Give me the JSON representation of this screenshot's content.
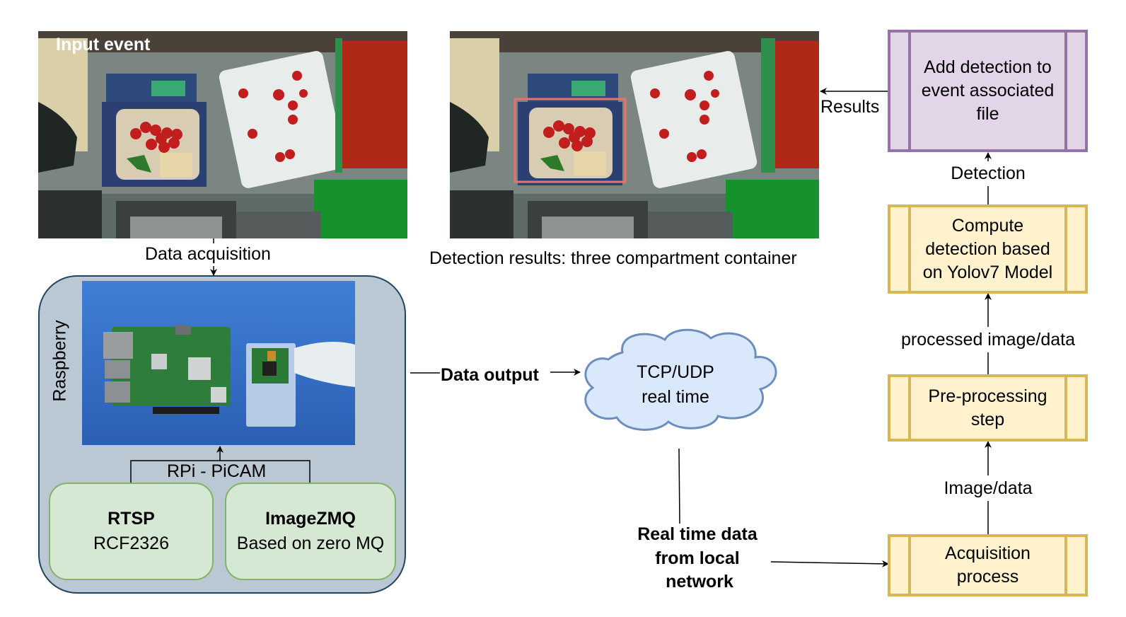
{
  "title": "Real-time food container detection pipeline",
  "photos": {
    "input_event": {
      "caption": "Input event"
    },
    "detection": {
      "caption": "Detection results: three compartment container",
      "bbox_color": "#e8706e"
    },
    "raspberry": {
      "description": "Raspberry Pi board with PiCAM camera module"
    }
  },
  "raspberry_group": {
    "label": "Raspberry",
    "camera_link_label": "RPi - PiCAM",
    "protocols": [
      {
        "title": "RTSP",
        "subtitle": "RCF2326"
      },
      {
        "title": "ImageZMQ",
        "subtitle": "Based on zero MQ"
      }
    ]
  },
  "edges": {
    "data_acquisition": "Data acquisition",
    "data_output": "Data output",
    "results": "Results",
    "detection": "Detection",
    "processed": "processed image/data",
    "image_data": "Image/data",
    "realtime_line1": "Real time data",
    "realtime_line2": "from local",
    "realtime_line3": "network"
  },
  "cloud": {
    "line1": "TCP/UDP",
    "line2": "real time"
  },
  "pipeline": {
    "add_detection": [
      "Add detection to",
      "event associated",
      "file"
    ],
    "compute": [
      "Compute",
      "detection based",
      "on Yolov7 Model"
    ],
    "preprocess": [
      "Pre-processing",
      "step"
    ],
    "acquisition": [
      "Acquisition",
      "process"
    ]
  },
  "colors": {
    "yellow_fill": "#fff2cc",
    "yellow_stroke": "#d6b656",
    "purple_fill": "#e1d5e7",
    "purple_stroke": "#9673a6",
    "green_fill": "#d5e8d4",
    "green_stroke": "#82b366",
    "group_fill": "#bac8d3",
    "group_stroke": "#23445d",
    "cloud_fill": "#dae8fc",
    "cloud_stroke": "#6c8ebf"
  }
}
